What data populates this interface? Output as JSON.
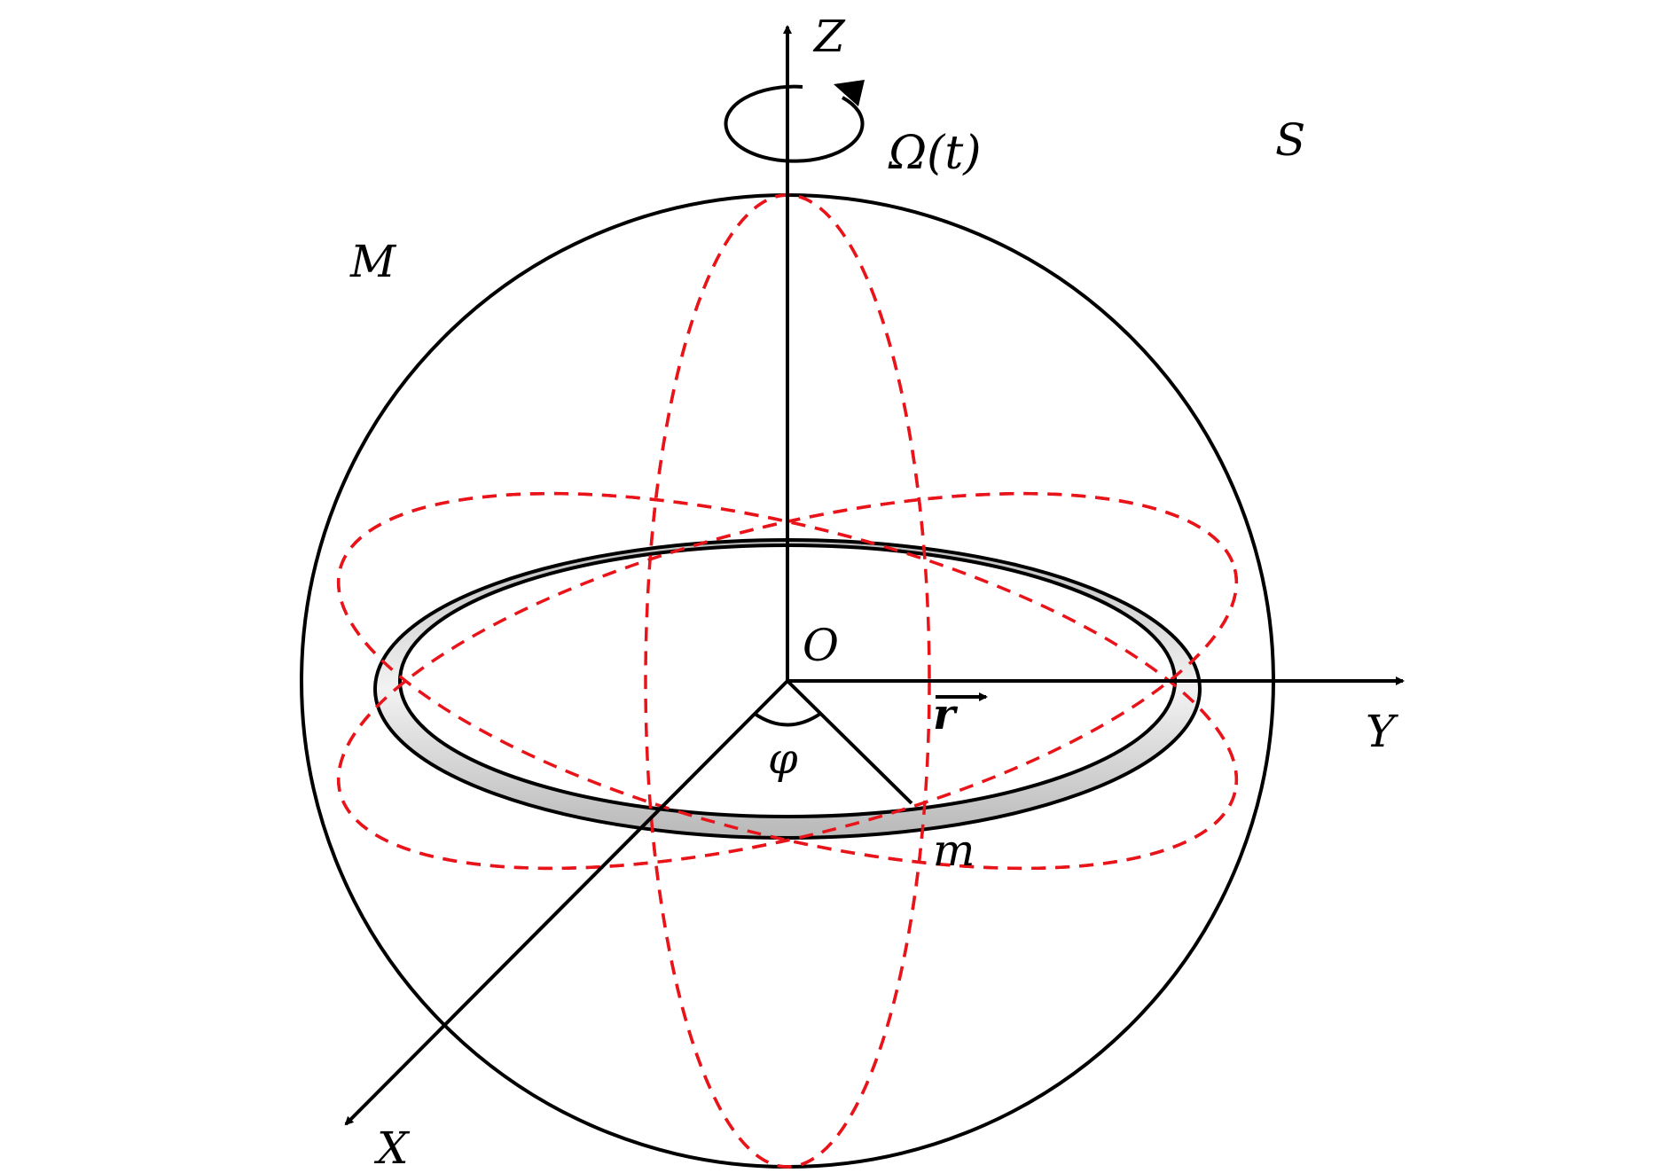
{
  "diagram": {
    "labels": {
      "z_axis": "Z",
      "y_axis": "Y",
      "x_axis": "X",
      "origin": "O",
      "omega": "Ω(t)",
      "frame_s": "S",
      "mass_big": "M",
      "mass_small": "m",
      "angle": "φ",
      "vector_r": "r"
    },
    "colors": {
      "outline": "#000000",
      "orbit_dashed": "#e8141a",
      "ring_shade": "#d9d9d9"
    },
    "icons": {
      "rotation": "rotation-arrow-icon"
    }
  }
}
